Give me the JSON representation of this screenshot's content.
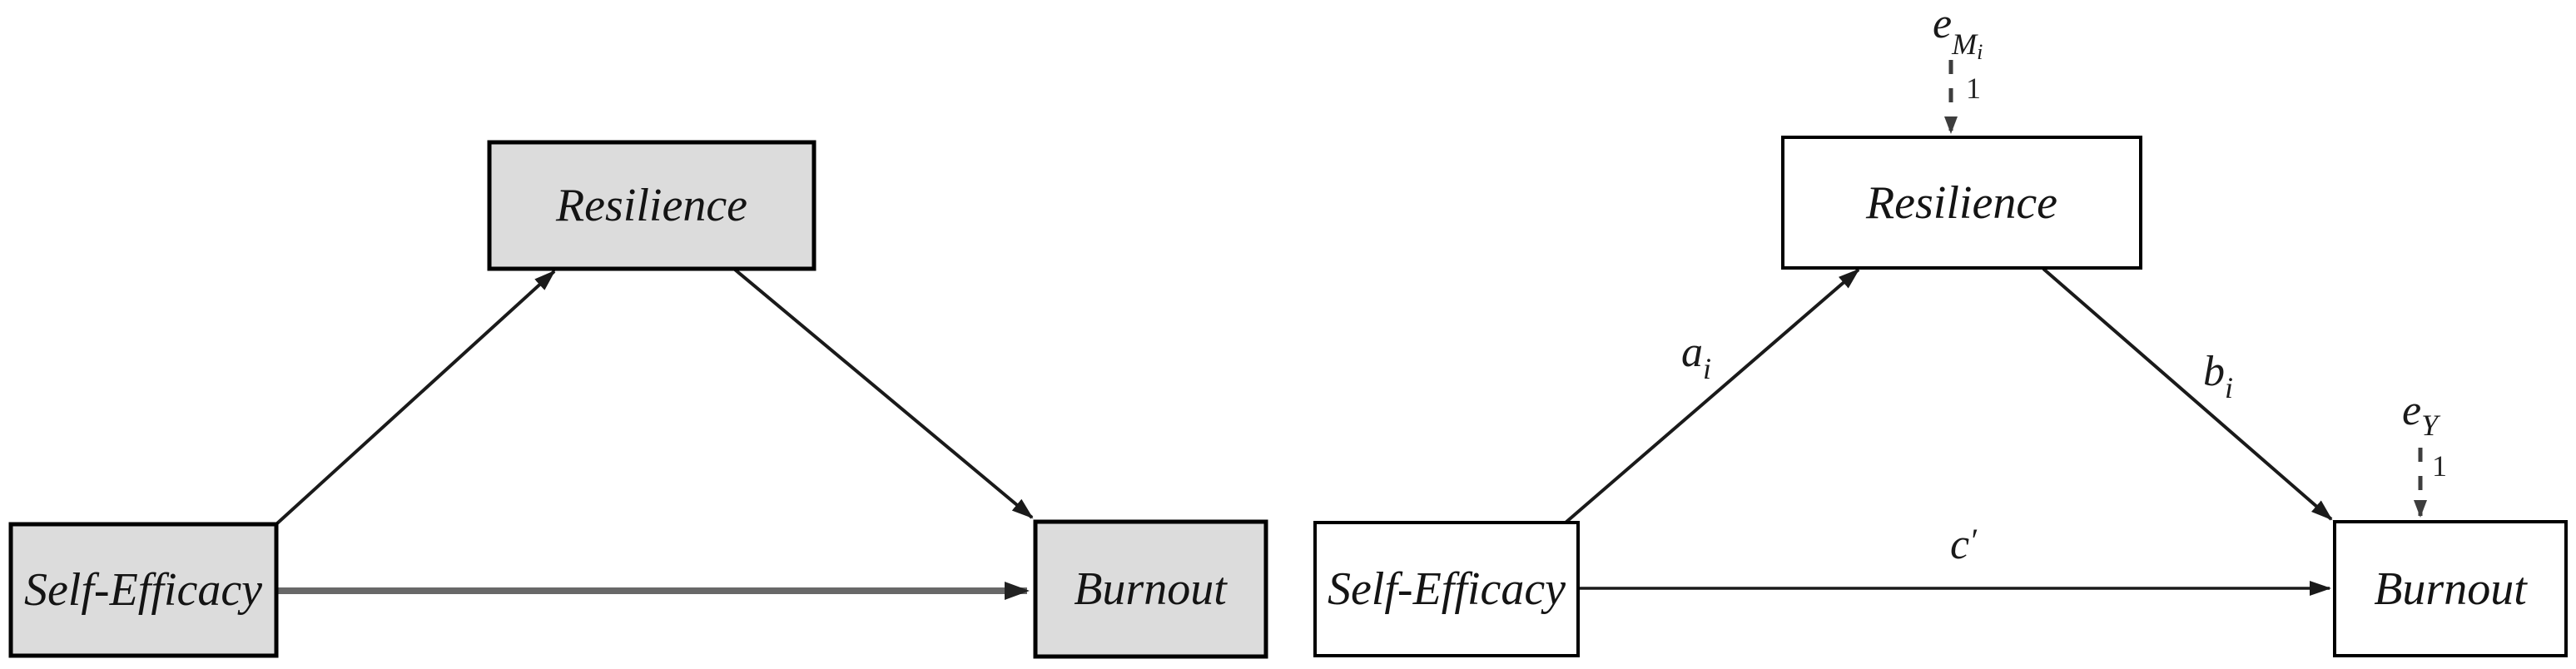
{
  "figure": {
    "background_color": "#ffffff",
    "text_color": "#141414",
    "conceptual_diagram": {
      "node_fill": "#dcdcdc",
      "node_border_color": "#000000",
      "predictor": "Self-Efficacy",
      "mediator": "Resilience",
      "outcome": "Burnout",
      "direct_path_color": "#686868"
    },
    "statistical_diagram": {
      "node_fill": "#ffffff",
      "node_border_color": "#000000",
      "predictor": "Self-Efficacy",
      "mediator": "Resilience",
      "outcome": "Burnout",
      "path_a": {
        "base": "a",
        "sub": "i"
      },
      "path_b": {
        "base": "b",
        "sub": "i"
      },
      "path_c_prime": {
        "base": "c",
        "prime": "′"
      },
      "mediator_error": {
        "base": "e",
        "sub": "M",
        "subsub": "i"
      },
      "mediator_error_loading": "1",
      "outcome_error": {
        "base": "e",
        "sub": "Y"
      },
      "outcome_error_loading": "1"
    }
  }
}
